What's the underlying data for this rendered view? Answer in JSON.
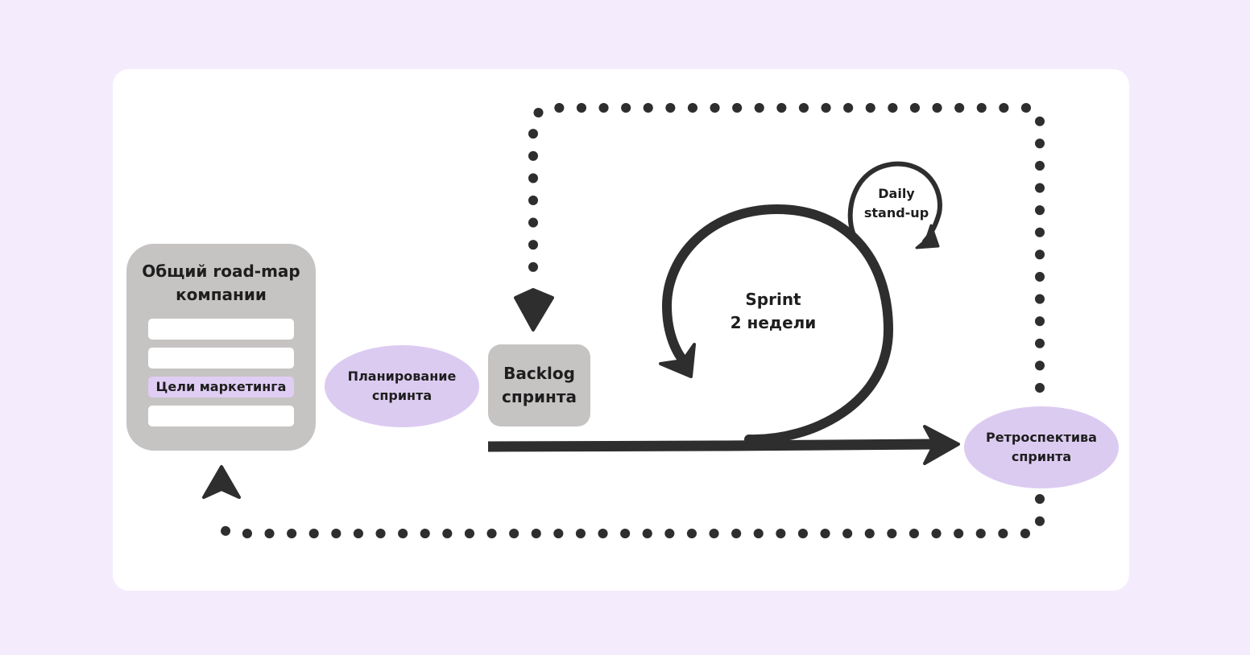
{
  "roadmap": {
    "title": "Общий road-map\nкомпании",
    "highlight_row": "Цели маркетинга"
  },
  "planning": {
    "label": "Планирование\nспринта"
  },
  "backlog": {
    "label": "Backlog\nспринта"
  },
  "sprint": {
    "label": "Sprint\n2 недели"
  },
  "standup": {
    "label": "Daily\nstand-up"
  },
  "retro": {
    "label": "Ретроспектива\nспринта"
  },
  "colors": {
    "background": "#f4ecfd",
    "card": "#ffffff",
    "gray_box": "#c6c3c3",
    "lavender": "#dccbf1",
    "stroke": "#2e2e2e"
  }
}
